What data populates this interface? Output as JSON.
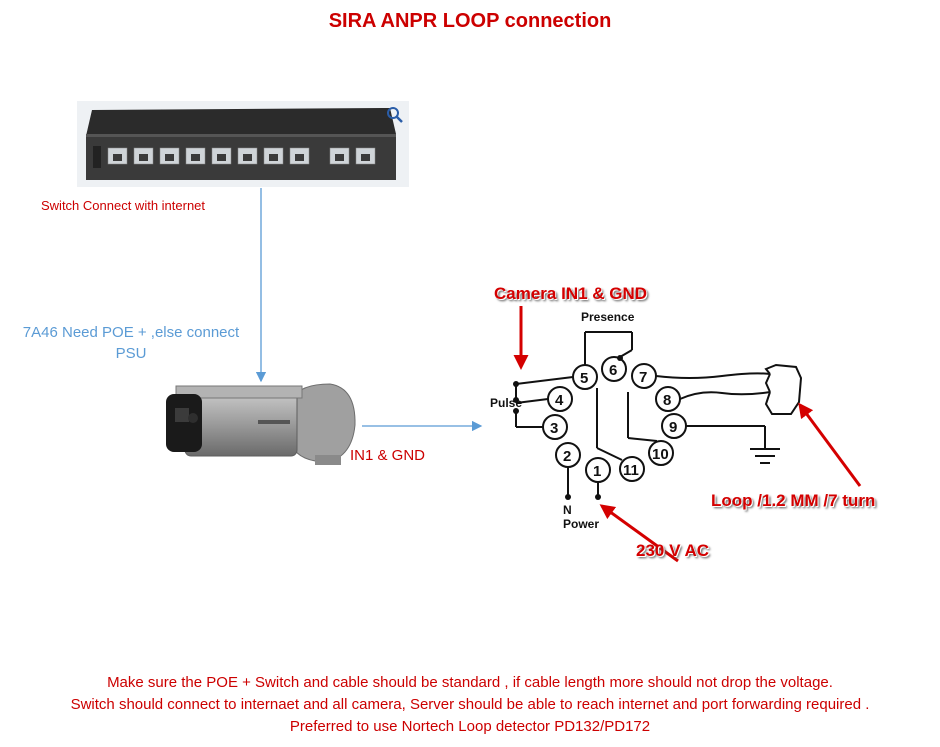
{
  "title": "SIRA ANPR LOOP connection",
  "switch": {
    "caption": "Switch Connect with internet"
  },
  "poe_note": {
    "line1": "7A46 Need POE + ,else connect",
    "line2": "PSU"
  },
  "camera": {
    "in1_label": "IN1 & GND"
  },
  "detector": {
    "callout_camera": "Camera IN1 & GND",
    "callout_loop": "Loop /1.2 MM /7 turn",
    "callout_power": "230 V AC",
    "label_presence": "Presence",
    "label_pulse": "Pulse",
    "label_n": "N",
    "label_power": "Power",
    "terminals": [
      "1",
      "2",
      "3",
      "4",
      "5",
      "6",
      "7",
      "8",
      "9",
      "10",
      "11"
    ]
  },
  "footer": {
    "line1": "Make sure the POE +  Switch and cable should be standard , if cable length more should not drop the voltage.",
    "line2": "Switch should connect to internaet and all camera, Server should be able to reach internet and port forwarding required .",
    "line3": "Preferred to use  Nortech Loop detector  PD132/PD172"
  },
  "colors": {
    "title": "#cc0000",
    "note": "#5b9bd5",
    "arrow": "#5b9bd5",
    "callout": "#d40000"
  }
}
